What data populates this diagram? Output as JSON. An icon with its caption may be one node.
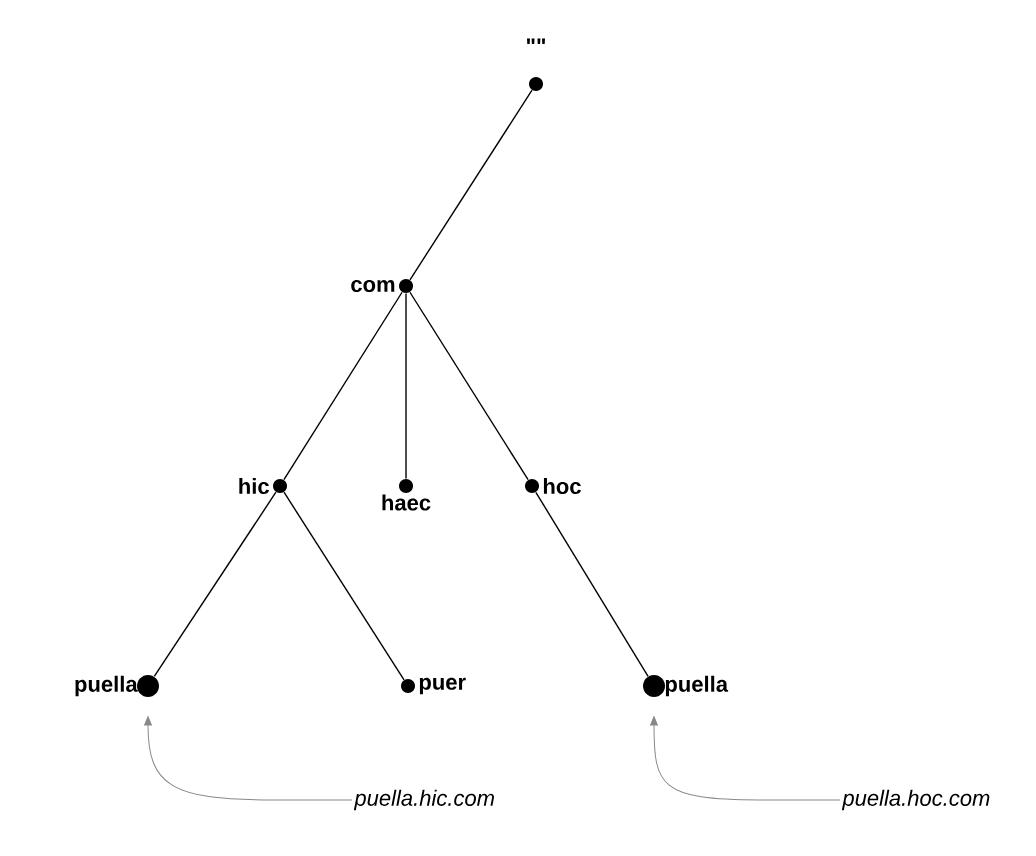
{
  "diagram": {
    "nodes": [
      {
        "text": [
          "\"\""
        ]
      },
      {
        "text": [
          "com"
        ]
      },
      {
        "text": [
          "hic"
        ]
      },
      {
        "text": [
          "haec"
        ]
      },
      {
        "text": [
          "hoc"
        ]
      },
      {
        "text": [
          "puella"
        ]
      },
      {
        "text": [
          "puer"
        ]
      },
      {
        "text": [
          "puella"
        ]
      },
      {
        "text": [
          "puella.hic.com"
        ]
      },
      {
        "text": [
          "puella.hoc.com"
        ]
      }
    ],
    "edges": [
      {
        "from": 0,
        "to": 1,
        "arrow": "none"
      },
      {
        "from": 1,
        "to": 2,
        "arrow": "none"
      },
      {
        "from": 1,
        "to": 3,
        "arrow": "none"
      },
      {
        "from": 1,
        "to": 4,
        "arrow": "none"
      },
      {
        "from": 2,
        "to": 5,
        "arrow": "none"
      },
      {
        "from": 2,
        "to": 6,
        "arrow": "none"
      },
      {
        "from": 4,
        "to": 7,
        "arrow": "none"
      },
      {
        "from": 8,
        "to": 5,
        "arrow": "to",
        "color": "#888888"
      },
      {
        "from": 9,
        "to": 7,
        "arrow": "to",
        "color": "#888888"
      }
    ]
  }
}
